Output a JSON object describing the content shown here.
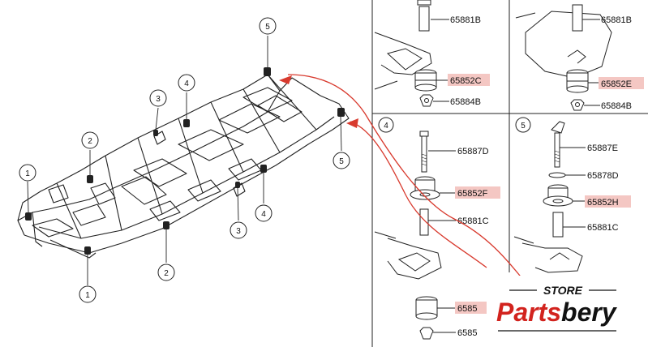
{
  "colors": {
    "highlight": "#f4c7c3",
    "arrow": "#d83a2e",
    "line": "#222222",
    "brand_red": "#d2231e",
    "brand_black": "#111111"
  },
  "callouts": {
    "c1a": "1",
    "c1b": "1",
    "c2a": "2",
    "c2b": "2",
    "c3a": "3",
    "c3b": "3",
    "c4a": "4",
    "c4b": "4",
    "c5a": "5",
    "c5b": "5",
    "detail4": "4",
    "detail5": "5"
  },
  "parts": {
    "p_65881B_a": "65881B",
    "p_65852C": "65852C",
    "p_65884B_a": "65884B",
    "p_65881B_b": "65881B",
    "p_65852E": "65852E",
    "p_65884B_b": "65884B",
    "p_65887D": "65887D",
    "p_65852F": "65852F",
    "p_65881C_a": "65881C",
    "p_65887E": "65887E",
    "p_65878D": "65878D",
    "p_65852H": "65852H",
    "p_65881C_b": "65881C",
    "p_cut1": "6585",
    "p_cut2": "6585"
  },
  "brand": {
    "store": "STORE",
    "name_part1": "Parts",
    "name_part2": "bery"
  }
}
